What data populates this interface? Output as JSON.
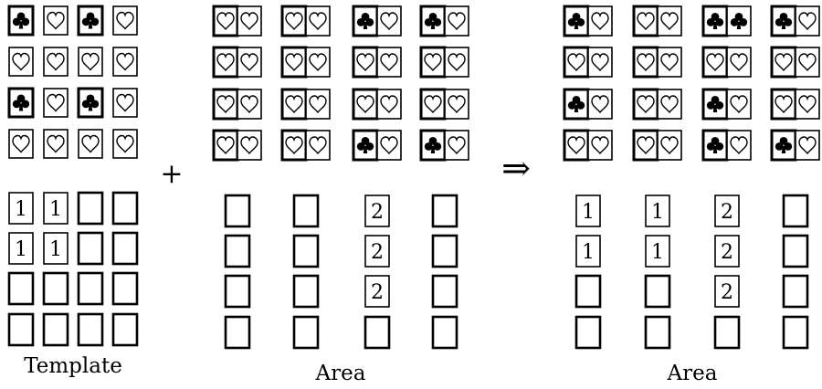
{
  "template": {
    "caption": "Template",
    "suit_rows": [
      [
        "club",
        "heart",
        "club",
        "heart"
      ],
      [
        "heart",
        "heart",
        "heart",
        "heart"
      ],
      [
        "club",
        "heart",
        "club",
        "heart"
      ],
      [
        "heart",
        "heart",
        "heart",
        "heart"
      ]
    ],
    "number_rows": [
      [
        "1",
        "1",
        "",
        ""
      ],
      [
        "1",
        "1",
        "",
        ""
      ],
      [
        "",
        "",
        "",
        ""
      ],
      [
        "",
        "",
        "",
        ""
      ]
    ]
  },
  "plus_symbol": "+",
  "arrow_symbol": "⇒",
  "area_in": {
    "caption": "Area",
    "suit_rows": [
      [
        [
          "heart",
          "heart"
        ],
        [
          "heart",
          "heart"
        ],
        [
          "club",
          "heart"
        ],
        [
          "club",
          "heart"
        ]
      ],
      [
        [
          "heart",
          "heart"
        ],
        [
          "heart",
          "heart"
        ],
        [
          "heart",
          "heart"
        ],
        [
          "heart",
          "heart"
        ]
      ],
      [
        [
          "heart",
          "heart"
        ],
        [
          "heart",
          "heart"
        ],
        [
          "heart",
          "heart"
        ],
        [
          "heart",
          "heart"
        ]
      ],
      [
        [
          "heart",
          "heart"
        ],
        [
          "heart",
          "heart"
        ],
        [
          "club",
          "heart"
        ],
        [
          "club",
          "heart"
        ]
      ]
    ],
    "number_rows": [
      [
        "",
        "",
        "2",
        ""
      ],
      [
        "",
        "",
        "2",
        ""
      ],
      [
        "",
        "",
        "2",
        ""
      ],
      [
        "",
        "",
        "",
        ""
      ]
    ]
  },
  "area_out": {
    "caption": "Area",
    "suit_rows": [
      [
        [
          "club",
          "heart"
        ],
        [
          "heart",
          "heart"
        ],
        [
          "club",
          "club"
        ],
        [
          "club",
          "heart"
        ]
      ],
      [
        [
          "heart",
          "heart"
        ],
        [
          "heart",
          "heart"
        ],
        [
          "heart",
          "heart"
        ],
        [
          "heart",
          "heart"
        ]
      ],
      [
        [
          "club",
          "heart"
        ],
        [
          "heart",
          "heart"
        ],
        [
          "club",
          "heart"
        ],
        [
          "heart",
          "heart"
        ]
      ],
      [
        [
          "heart",
          "heart"
        ],
        [
          "heart",
          "heart"
        ],
        [
          "club",
          "heart"
        ],
        [
          "club",
          "heart"
        ]
      ]
    ],
    "number_rows": [
      [
        "1",
        "1",
        "2",
        ""
      ],
      [
        "1",
        "1",
        "2",
        ""
      ],
      [
        "",
        "",
        "2",
        ""
      ],
      [
        "",
        "",
        "",
        ""
      ]
    ]
  },
  "icons": {
    "club": "club-icon",
    "heart": "heart-icon"
  },
  "colors": {
    "ink": "#000000",
    "paper": "#ffffff"
  }
}
